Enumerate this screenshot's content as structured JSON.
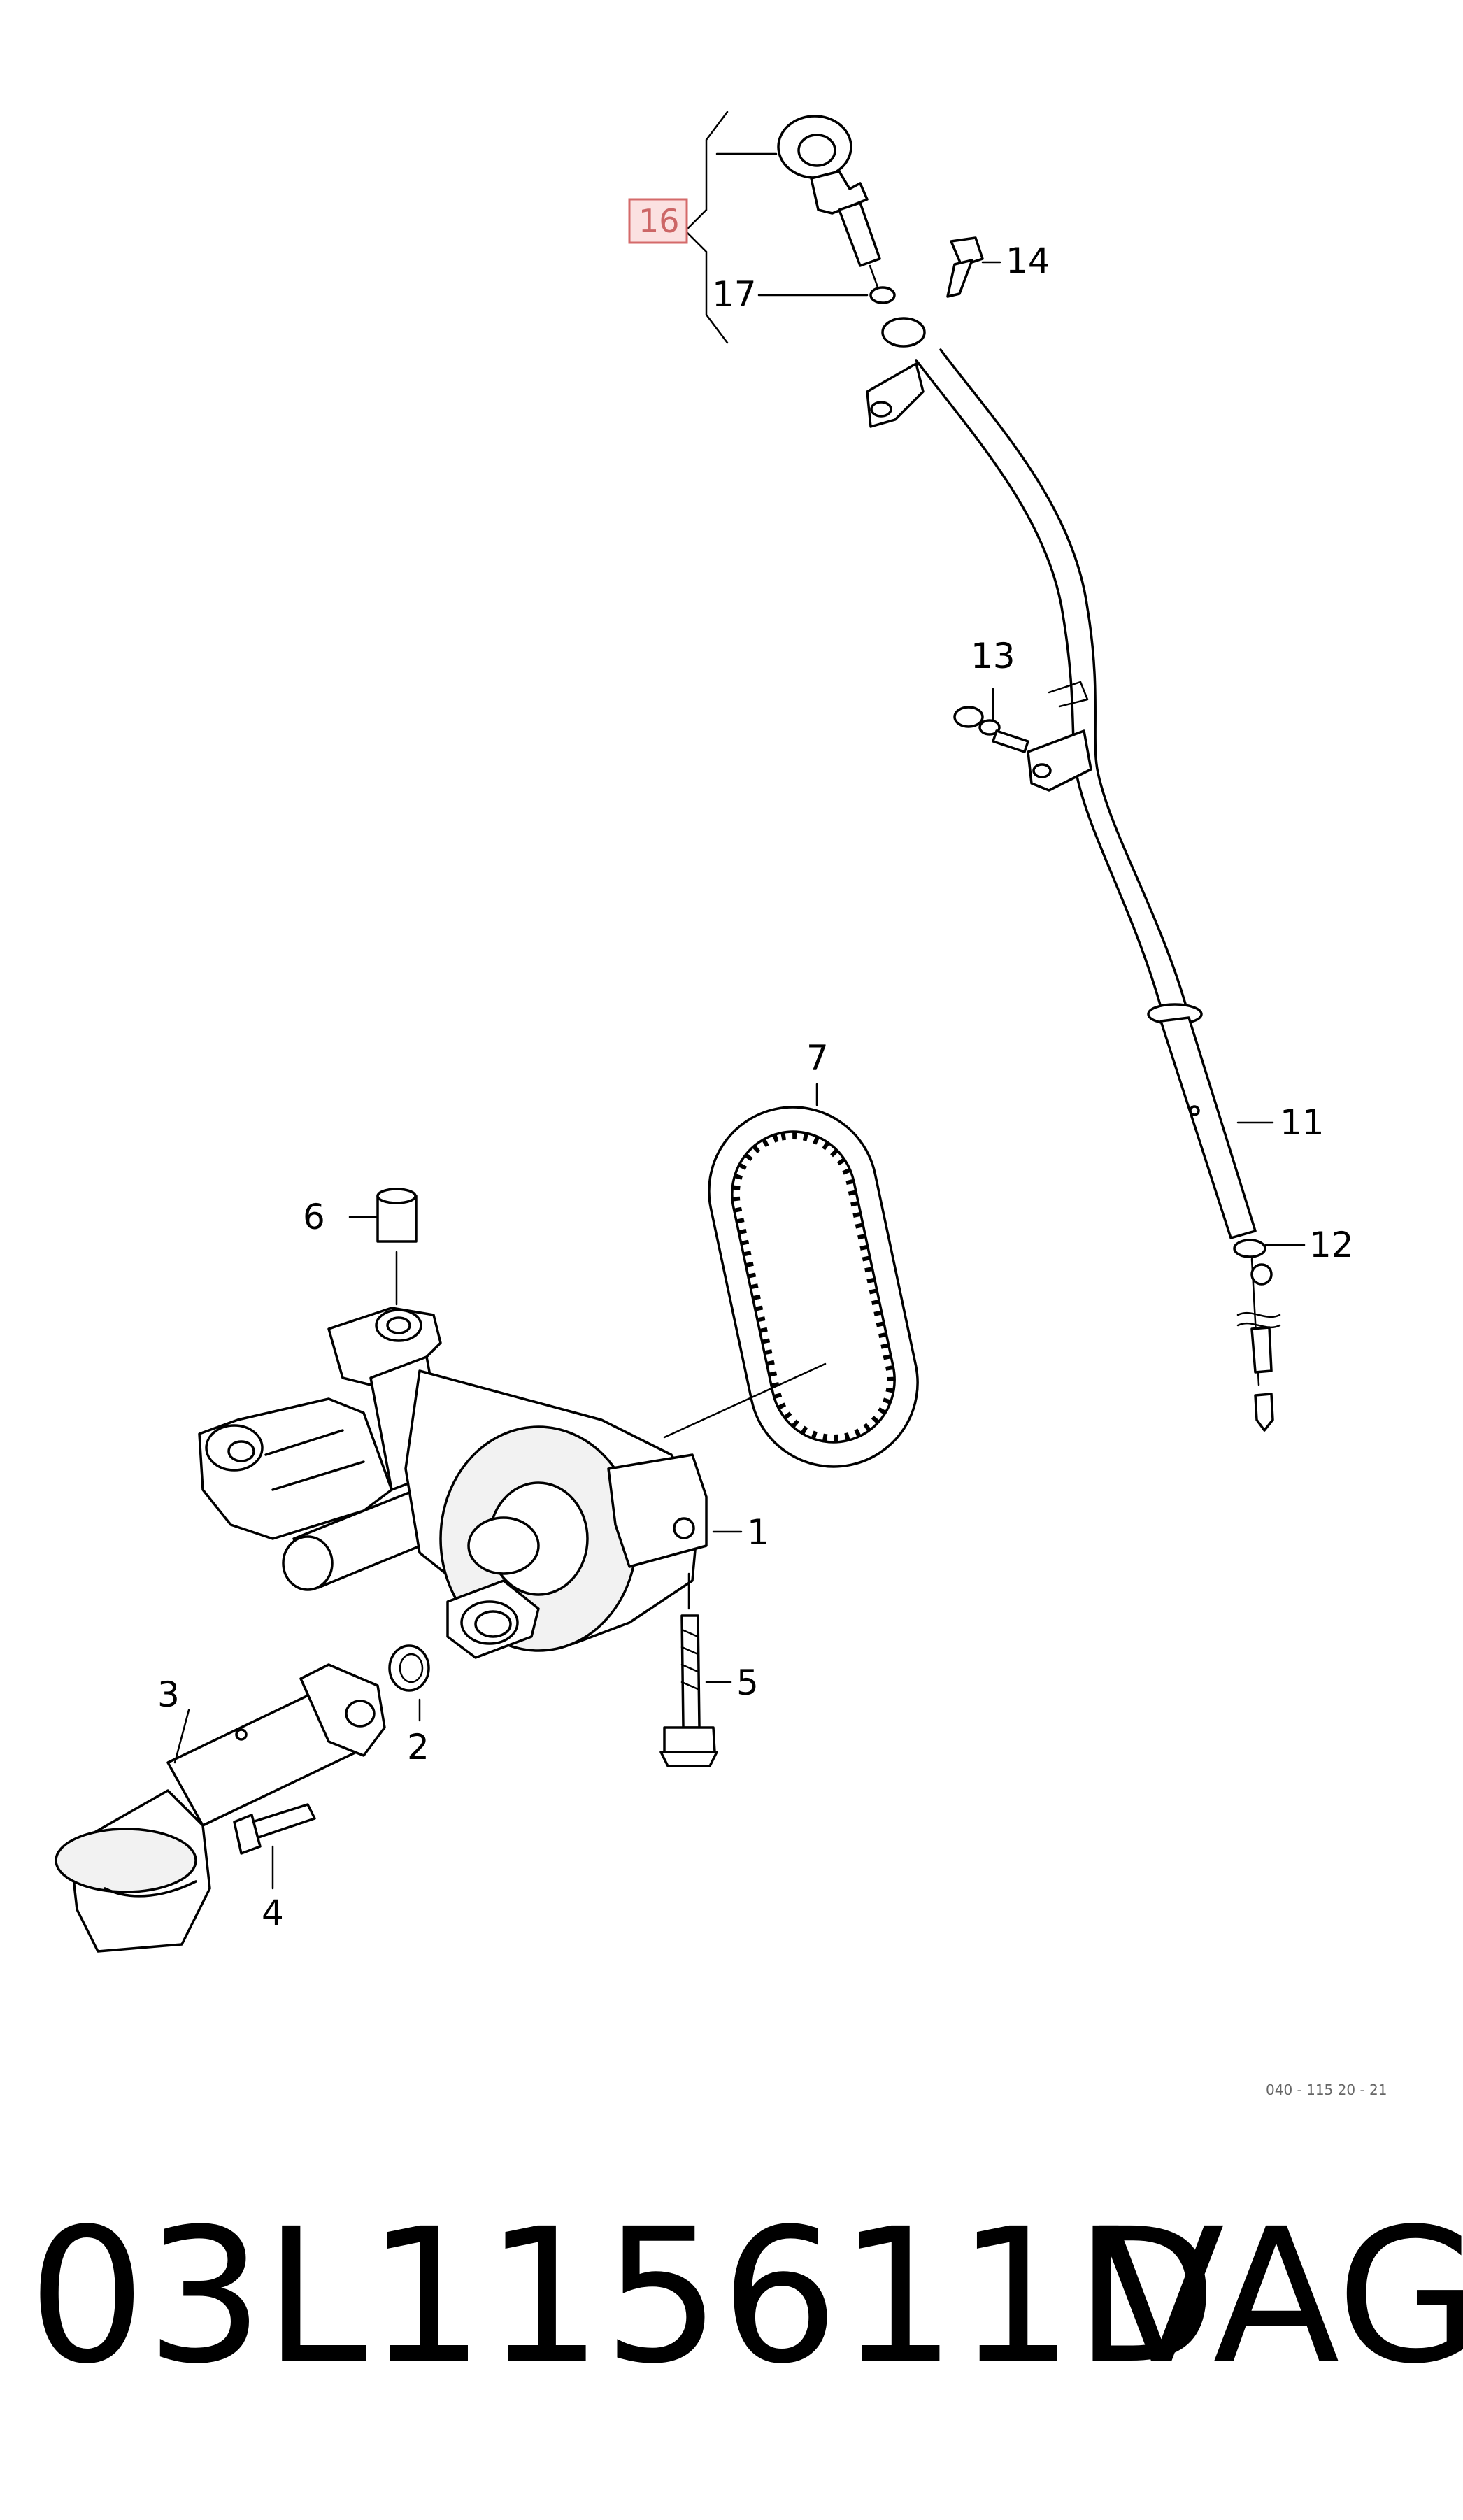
{
  "callouts": {
    "c1": "1",
    "c2": "2",
    "c3": "3",
    "c4": "4",
    "c5": "5",
    "c6": "6",
    "c7": "7",
    "c11": "11",
    "c12": "12",
    "c13": "13",
    "c14": "14",
    "c16": "16",
    "c17": "17"
  },
  "highlighted_callout": "16",
  "highlight_color": "#fbe1e1",
  "reference_number": "040 - 115 20 - 21",
  "footer": {
    "part_number": "03L115611D",
    "brand": "VAG"
  }
}
